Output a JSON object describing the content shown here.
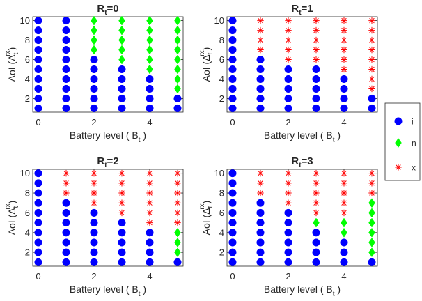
{
  "chart_data": {
    "type": "scatter",
    "legend": {
      "placement": "right",
      "entries": [
        {
          "key": "i",
          "label": "i",
          "marker": "circle",
          "color": "#0000ff"
        },
        {
          "key": "n",
          "label": "n",
          "marker": "diamond",
          "color": "#00ff00"
        },
        {
          "key": "x",
          "label": "x",
          "marker": "asterisk",
          "color": "#ff0000"
        }
      ]
    },
    "panels": [
      {
        "title_main": "R",
        "title_sub": "t",
        "title_rest": "=0",
        "xlabel": "Battery level ( B",
        "xlabel_sub": "t",
        "xlabel_end": " )",
        "ylabel": "AoI (Δ",
        "ylabel_sub": "t",
        "ylabel_sup": "rx",
        "ylabel_end": ")",
        "xlim": [
          -0.2,
          5.2
        ],
        "ylim": [
          0.6,
          10.4
        ],
        "xticks": [
          0,
          2,
          4
        ],
        "yticks": [
          2,
          4,
          6,
          8,
          10
        ],
        "columns": [
          {
            "x": 0,
            "actions": [
              "i",
              "i",
              "i",
              "i",
              "i",
              "i",
              "i",
              "i",
              "i",
              "i"
            ]
          },
          {
            "x": 1,
            "actions": [
              "i",
              "i",
              "i",
              "i",
              "i",
              "i",
              "i",
              "i",
              "i",
              "i"
            ]
          },
          {
            "x": 2,
            "actions": [
              "i",
              "i",
              "i",
              "i",
              "i",
              "i",
              "n",
              "n",
              "n",
              "n"
            ]
          },
          {
            "x": 3,
            "actions": [
              "i",
              "i",
              "i",
              "i",
              "i",
              "n",
              "n",
              "n",
              "n",
              "n"
            ]
          },
          {
            "x": 4,
            "actions": [
              "i",
              "i",
              "i",
              "i",
              "n",
              "n",
              "n",
              "n",
              "n",
              "n"
            ]
          },
          {
            "x": 5,
            "actions": [
              "i",
              "i",
              "n",
              "n",
              "n",
              "n",
              "n",
              "n",
              "n",
              "n"
            ]
          }
        ]
      },
      {
        "title_main": "R",
        "title_sub": "t",
        "title_rest": "=1",
        "xlabel": "Battery level ( B",
        "xlabel_sub": "t",
        "xlabel_end": " )",
        "ylabel": "AoI (Δ",
        "ylabel_sub": "t",
        "ylabel_sup": "rx",
        "ylabel_end": ")",
        "xlim": [
          -0.2,
          5.2
        ],
        "ylim": [
          0.6,
          10.4
        ],
        "xticks": [
          0,
          2,
          4
        ],
        "yticks": [
          2,
          4,
          6,
          8,
          10
        ],
        "columns": [
          {
            "x": 0,
            "actions": [
              "i",
              "i",
              "i",
              "i",
              "i",
              "i",
              "i",
              "i",
              "i",
              "i"
            ]
          },
          {
            "x": 1,
            "actions": [
              "i",
              "i",
              "i",
              "i",
              "i",
              "i",
              "x",
              "x",
              "x",
              "x"
            ]
          },
          {
            "x": 2,
            "actions": [
              "i",
              "i",
              "i",
              "i",
              "i",
              "x",
              "x",
              "x",
              "x",
              "x"
            ]
          },
          {
            "x": 3,
            "actions": [
              "i",
              "i",
              "i",
              "i",
              "i",
              "x",
              "x",
              "x",
              "x",
              "x"
            ]
          },
          {
            "x": 4,
            "actions": [
              "i",
              "i",
              "i",
              "i",
              "x",
              "x",
              "x",
              "x",
              "x",
              "x"
            ]
          },
          {
            "x": 5,
            "actions": [
              "i",
              "i",
              "x",
              "x",
              "x",
              "x",
              "x",
              "x",
              "x",
              "x"
            ]
          }
        ]
      },
      {
        "title_main": "R",
        "title_sub": "t",
        "title_rest": "=2",
        "xlabel": "Battery level ( B",
        "xlabel_sub": "t",
        "xlabel_end": " )",
        "ylabel": "AoI (Δ",
        "ylabel_sub": "t",
        "ylabel_sup": "rx",
        "ylabel_end": ")",
        "xlim": [
          -0.2,
          5.2
        ],
        "ylim": [
          0.6,
          10.4
        ],
        "xticks": [
          0,
          2,
          4
        ],
        "yticks": [
          2,
          4,
          6,
          8,
          10
        ],
        "columns": [
          {
            "x": 0,
            "actions": [
              "i",
              "i",
              "i",
              "i",
              "i",
              "i",
              "i",
              "i",
              "i",
              "i"
            ]
          },
          {
            "x": 1,
            "actions": [
              "i",
              "i",
              "i",
              "i",
              "i",
              "i",
              "i",
              "x",
              "x",
              "x"
            ]
          },
          {
            "x": 2,
            "actions": [
              "i",
              "i",
              "i",
              "i",
              "i",
              "i",
              "x",
              "x",
              "x",
              "x"
            ]
          },
          {
            "x": 3,
            "actions": [
              "i",
              "i",
              "i",
              "i",
              "i",
              "x",
              "x",
              "x",
              "x",
              "x"
            ]
          },
          {
            "x": 4,
            "actions": [
              "i",
              "i",
              "i",
              "i",
              "x",
              "x",
              "x",
              "x",
              "x",
              "x"
            ]
          },
          {
            "x": 5,
            "actions": [
              "i",
              "n",
              "n",
              "n",
              "x",
              "x",
              "x",
              "x",
              "x",
              "x"
            ]
          }
        ]
      },
      {
        "title_main": "R",
        "title_sub": "t",
        "title_rest": "=3",
        "xlabel": "Battery level ( B",
        "xlabel_sub": "t",
        "xlabel_end": " )",
        "ylabel": "AoI (Δ",
        "ylabel_sub": "t",
        "ylabel_sup": "rx",
        "ylabel_end": ")",
        "xlim": [
          -0.2,
          5.2
        ],
        "ylim": [
          0.6,
          10.4
        ],
        "xticks": [
          0,
          2,
          4
        ],
        "yticks": [
          2,
          4,
          6,
          8,
          10
        ],
        "columns": [
          {
            "x": 0,
            "actions": [
              "i",
              "i",
              "i",
              "i",
              "i",
              "i",
              "i",
              "i",
              "i",
              "i"
            ]
          },
          {
            "x": 1,
            "actions": [
              "i",
              "i",
              "i",
              "i",
              "i",
              "i",
              "i",
              "x",
              "x",
              "x"
            ]
          },
          {
            "x": 2,
            "actions": [
              "i",
              "i",
              "i",
              "i",
              "i",
              "i",
              "x",
              "x",
              "x",
              "x"
            ]
          },
          {
            "x": 3,
            "actions": [
              "i",
              "i",
              "i",
              "i",
              "n",
              "x",
              "x",
              "x",
              "x",
              "x"
            ]
          },
          {
            "x": 4,
            "actions": [
              "i",
              "i",
              "i",
              "n",
              "n",
              "x",
              "x",
              "x",
              "x",
              "x"
            ]
          },
          {
            "x": 5,
            "actions": [
              "i",
              "n",
              "n",
              "n",
              "n",
              "n",
              "n",
              "x",
              "x",
              "x"
            ]
          }
        ]
      }
    ]
  }
}
